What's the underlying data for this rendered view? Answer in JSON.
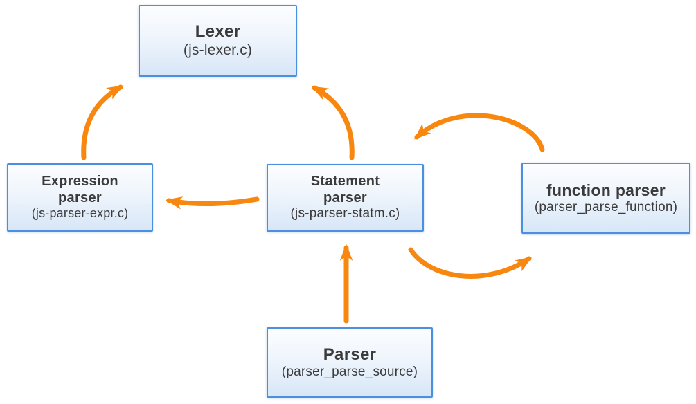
{
  "diagram": {
    "description": "Parser architecture diagram",
    "background": "#ffffff",
    "colors": {
      "arrow": "#F8870F",
      "box_border": "#4B90DE",
      "box_fill_top": "#FCFDFF",
      "box_fill_bottom": "#D7E6F7",
      "text": "#3B3B3B"
    },
    "nodes": {
      "lexer": {
        "title": "Lexer",
        "subtitle": "(js-lexer.c)"
      },
      "expression": {
        "title": "Expression parser",
        "subtitle": "(js-parser-expr.c)"
      },
      "statement": {
        "title": "Statement parser",
        "subtitle": "(js-parser-statm.c)"
      },
      "function": {
        "title": "function parser",
        "subtitle": "(parser_parse_function)"
      },
      "parser": {
        "title": "Parser",
        "subtitle": "(parser_parse_source)"
      }
    },
    "edges": [
      {
        "from": "expression-parser",
        "to": "lexer"
      },
      {
        "from": "statement-parser",
        "to": "lexer"
      },
      {
        "from": "statement-parser",
        "to": "expression-parser"
      },
      {
        "from": "function-parser",
        "to": "statement-parser"
      },
      {
        "from": "statement-parser",
        "to": "function-parser"
      },
      {
        "from": "parser",
        "to": "statement-parser"
      }
    ]
  }
}
